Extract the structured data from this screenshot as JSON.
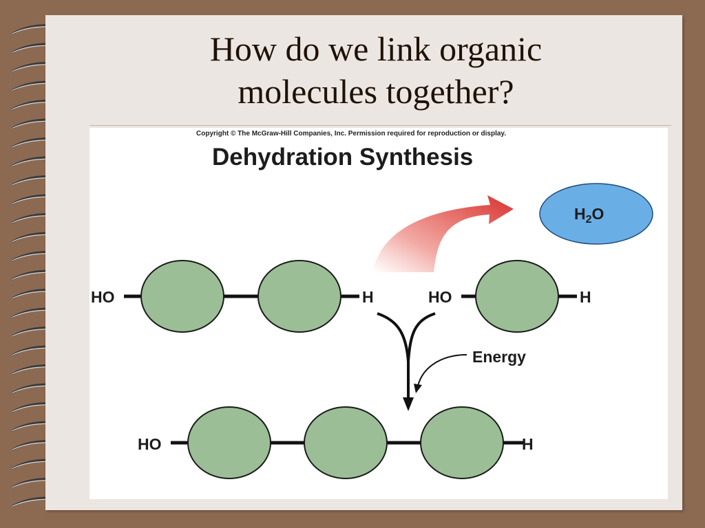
{
  "slide": {
    "title_line1": "How do we link organic",
    "title_line2": "molecules together?"
  },
  "figure": {
    "copyright": "Copyright © The McGraw-Hill Companies, Inc. Permission required for reproduction or display.",
    "title": "Dehydration Synthesis",
    "water": {
      "prefix": "H",
      "subscript": "2",
      "suffix": "O"
    },
    "reactant_a": {
      "left_label": "HO",
      "right_label": "H"
    },
    "reactant_b": {
      "left_label": "HO",
      "right_label": "H"
    },
    "product": {
      "left_label": "HO",
      "right_label": "H"
    },
    "energy_label": "Energy"
  },
  "colors": {
    "background": "#8c6a52",
    "paper": "#ece6e2",
    "monomer_fill": "#9bbe96",
    "water_fill": "#6aaee6",
    "arrow_red": "#d9332f"
  }
}
